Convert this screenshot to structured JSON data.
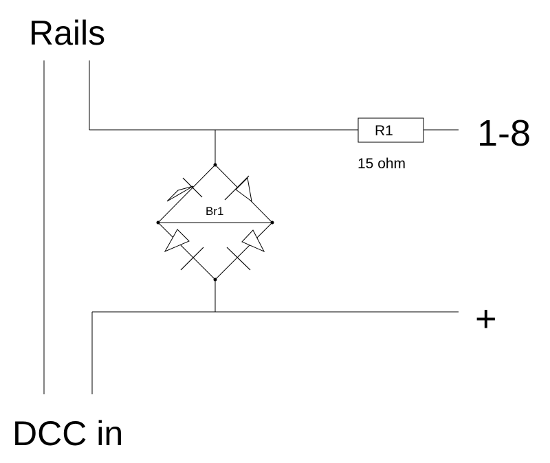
{
  "labels": {
    "rails": "Rails",
    "dcc_in": "DCC in",
    "output_1_8": "1-8",
    "plus": "+"
  },
  "resistor": {
    "ref": "R1",
    "value": "15 ohm"
  },
  "bridge": {
    "ref": "Br1"
  },
  "colors": {
    "line": "#000000",
    "background": "#ffffff"
  }
}
